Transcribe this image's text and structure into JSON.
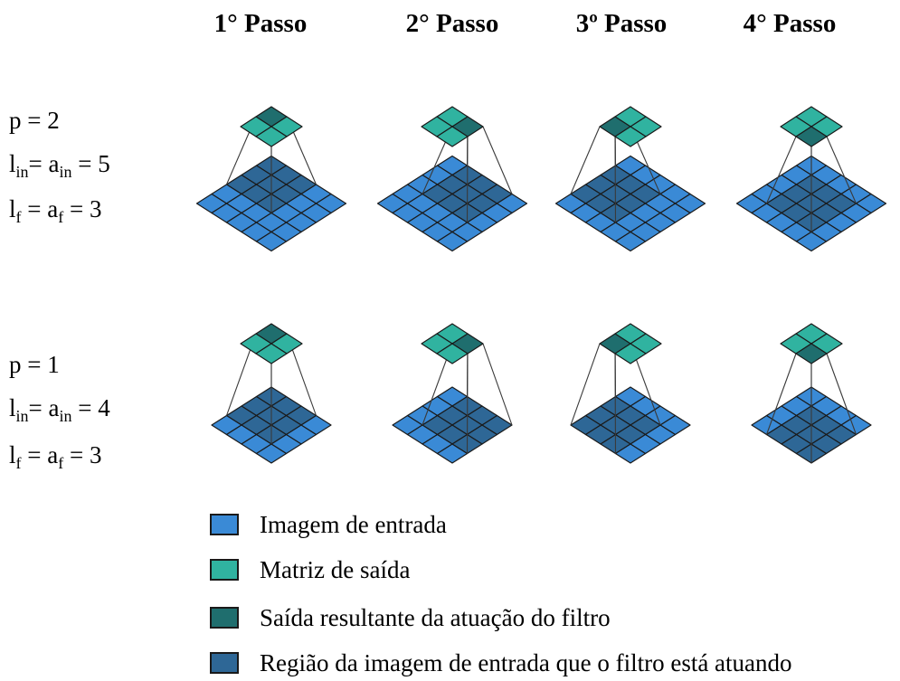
{
  "steps": [
    "1° Passo",
    "2° Passo",
    "3º Passo",
    "4° Passo"
  ],
  "rows": [
    {
      "p": "p = 2",
      "lin": {
        "l": "l",
        "l_sub": "in",
        "eq1": "= ",
        "a": "a",
        "a_sub": "in",
        "eq2": " = 5"
      },
      "lf": {
        "l": "l",
        "l_sub": "f",
        "eq1": " = ",
        "a": "a",
        "a_sub": "f",
        "eq2": " = 3"
      },
      "input_size": 5,
      "window_offsets": [
        [
          0,
          0
        ],
        [
          1,
          0
        ],
        [
          0,
          1
        ],
        [
          1,
          1
        ]
      ]
    },
    {
      "p": "p = 1",
      "lin": {
        "l": "l",
        "l_sub": "in",
        "eq1": "= ",
        "a": "a",
        "a_sub": "in",
        "eq2": " = 4"
      },
      "lf": {
        "l": "l",
        "l_sub": "f",
        "eq1": " = ",
        "a": "a",
        "a_sub": "f",
        "eq2": " = 3"
      },
      "input_size": 4,
      "window_offsets": [
        [
          0,
          0
        ],
        [
          1,
          0
        ],
        [
          0,
          1
        ],
        [
          1,
          1
        ]
      ]
    }
  ],
  "filter_size": 3,
  "output_size": 2,
  "colors": {
    "input": "#3a8ad6",
    "output": "#30b3a0",
    "result": "#1f6e6e",
    "region": "#2e6796"
  },
  "legend": [
    {
      "label": "Imagem de entrada",
      "color": "#3a8ad6",
      "icon": "input-swatch"
    },
    {
      "label": "Matriz de saída",
      "color": "#30b3a0",
      "icon": "output-swatch"
    },
    {
      "label": "Saída resultante da atuação do filtro",
      "color": "#1f6e6e",
      "icon": "result-swatch"
    },
    {
      "label": "Região da imagem de entrada que o filtro está atuando",
      "color": "#2e6796",
      "icon": "region-swatch"
    }
  ]
}
